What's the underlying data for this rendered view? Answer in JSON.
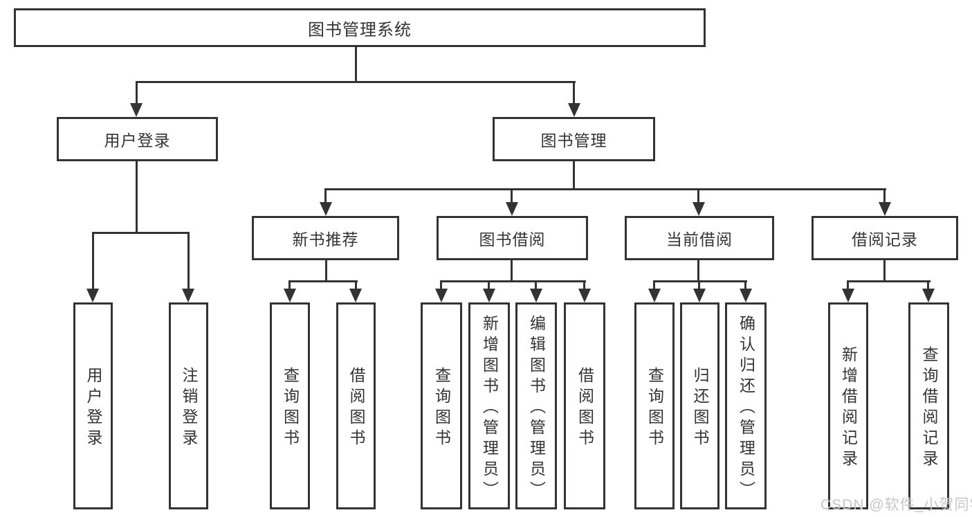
{
  "colors": {
    "line": "#333333",
    "node_border": "#333333",
    "node_fill": "#ffffff",
    "text": "#333333",
    "watermark": "#c6c6c6",
    "background": "#ffffff"
  },
  "tree": {
    "root": {
      "label": "图书管理系统",
      "children": [
        {
          "label": "用户登录",
          "children": [
            {
              "label": "用户登录"
            },
            {
              "label": "注销登录"
            }
          ]
        },
        {
          "label": "图书管理",
          "children": [
            {
              "label": "新书推荐",
              "children": [
                {
                  "label": "查询图书"
                },
                {
                  "label": "借阅图书"
                }
              ]
            },
            {
              "label": "图书借阅",
              "children": [
                {
                  "label": "查询图书"
                },
                {
                  "label": "新增图书（管理员）"
                },
                {
                  "label": "编辑图书（管理员）"
                },
                {
                  "label": "借阅图书"
                }
              ]
            },
            {
              "label": "当前借阅",
              "children": [
                {
                  "label": "查询图书"
                },
                {
                  "label": "归还图书"
                },
                {
                  "label": "确认归还（管理员）"
                }
              ]
            },
            {
              "label": "借阅记录",
              "children": [
                {
                  "label": "新增借阅记录"
                },
                {
                  "label": "查询借阅记录"
                }
              ]
            }
          ]
        }
      ]
    }
  },
  "watermark": {
    "text": "CSDN @软件_小贺同学"
  }
}
